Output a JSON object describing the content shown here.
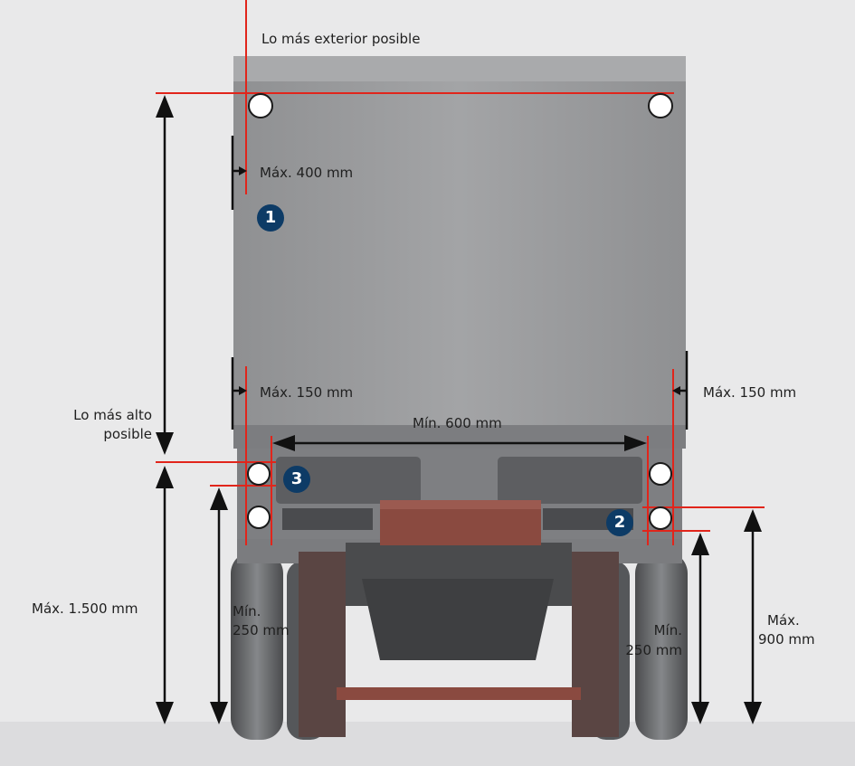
{
  "labels": {
    "outermost": "Lo más exterior posible",
    "max_400": "Máx. 400 mm",
    "max_150_left": "Máx. 150 mm",
    "max_150_right": "Máx. 150 mm",
    "highest_possible_line1": "Lo más alto",
    "highest_possible_line2": "posible",
    "min_600": "Mín. 600 mm",
    "max_1500": "Máx. 1.500 mm",
    "min_250_left_line1": "Mín.",
    "min_250_left_line2": "250 mm",
    "min_250_right_line1": "Mín.",
    "min_250_right_line2": "250 mm",
    "max_900_line1": "Máx.",
    "max_900_line2": "900 mm"
  },
  "badges": {
    "one": "1",
    "two": "2",
    "three": "3"
  },
  "colors": {
    "guide_line": "#e1251b",
    "badge": "#0d3b66",
    "arrow": "#111111",
    "background": "#e9e9ea",
    "trailer_body": "#9a9b9d",
    "rear_bumper": "#8a4a40"
  }
}
